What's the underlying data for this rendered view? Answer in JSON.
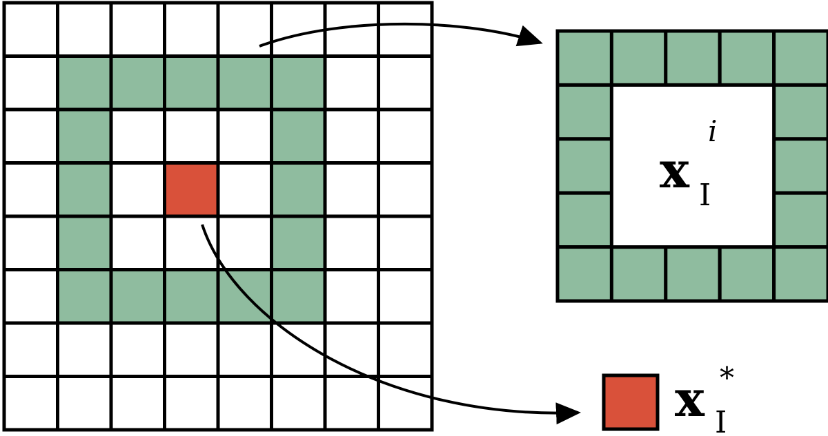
{
  "grid": {
    "rows": 8,
    "cols": 8,
    "ring_cells": [
      [
        1,
        1
      ],
      [
        1,
        2
      ],
      [
        1,
        3
      ],
      [
        1,
        4
      ],
      [
        1,
        5
      ],
      [
        2,
        1
      ],
      [
        2,
        5
      ],
      [
        3,
        1
      ],
      [
        3,
        5
      ],
      [
        4,
        1
      ],
      [
        4,
        5
      ],
      [
        5,
        1
      ],
      [
        5,
        2
      ],
      [
        5,
        3
      ],
      [
        5,
        4
      ],
      [
        5,
        5
      ]
    ],
    "center_cell": [
      3,
      3
    ]
  },
  "neighborhood": {
    "rows": 5,
    "cols": 5,
    "label_base": "x",
    "label_superscript": "i",
    "label_subscript": "I"
  },
  "center_output": {
    "label_base": "x",
    "label_superscript": "*",
    "label_subscript": "I"
  },
  "colors": {
    "ring": "#8fbc9f",
    "center": "#d9513a",
    "line": "#000000",
    "background": "#ffffff"
  }
}
